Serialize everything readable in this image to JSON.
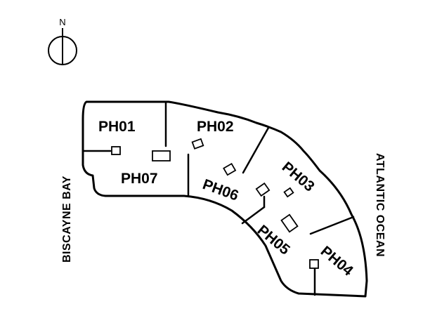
{
  "compass": {
    "label": "N",
    "icon": "north-arrow-icon"
  },
  "water": {
    "west": "BISCAYNE BAY",
    "east": "ATLANTIC OCEAN"
  },
  "units": {
    "ph01": "PH01",
    "ph02": "PH02",
    "ph03": "PH03",
    "ph04": "PH04",
    "ph05": "PH05",
    "ph06": "PH06",
    "ph07": "PH07"
  }
}
